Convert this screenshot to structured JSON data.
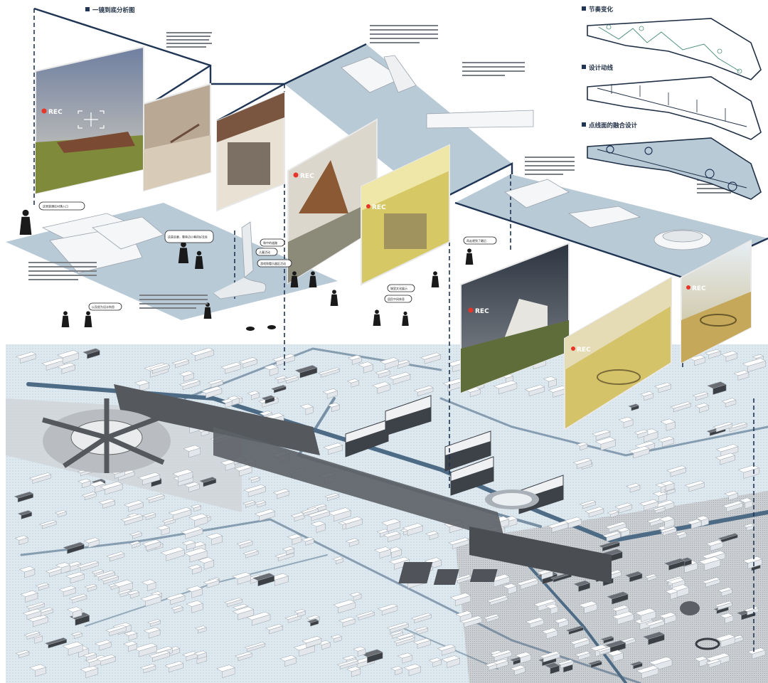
{
  "colors": {
    "navy": "#1f3553",
    "plane": "#b7c8d6",
    "ground": "#dfe9f0",
    "rec_red": "#e8352a",
    "building": "#f4f5f7",
    "building_dark": "#3c3f44"
  },
  "titles": {
    "main": "一镜到底分析图",
    "rhythm": "节奏变化",
    "circulation": "设计动线",
    "fusion": "点线面的融合设计"
  },
  "frames": {
    "rec_label": "REC"
  },
  "bubbles": [
    {
      "id": "b1",
      "text": "这里是通往村落入口"
    },
    {
      "id": "b2",
      "text": "这是走廊，靠旁边小巷的好去处"
    },
    {
      "id": "b3",
      "text": "和中的道路"
    },
    {
      "id": "b4",
      "text": "儿童活动"
    },
    {
      "id": "b5",
      "text": "游戏和看乐器区活动"
    },
    {
      "id": "b6",
      "text": "以及很为设计构思"
    },
    {
      "id": "b7",
      "text": "城里文化展示"
    },
    {
      "id": "b8",
      "text": "居民中间休息"
    },
    {
      "id": "b9",
      "text": "再走就到了最后"
    }
  ]
}
